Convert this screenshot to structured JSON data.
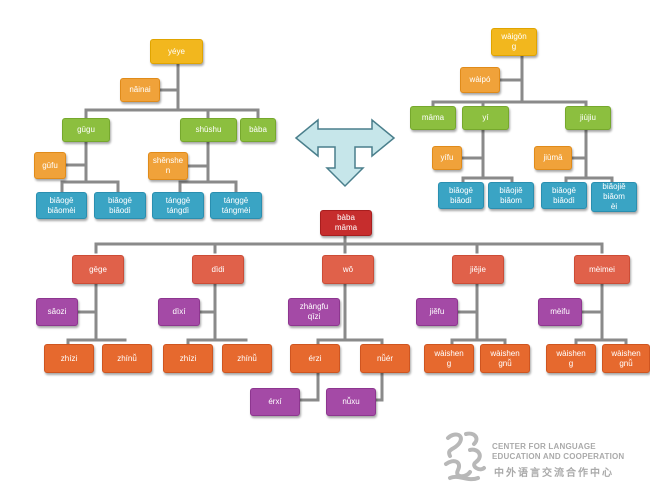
{
  "colors": {
    "yellow": "#f2b71e",
    "light_orange": "#f0a23a",
    "green": "#8cbf3f",
    "blue": "#3aa4c4",
    "red": "#e0614a",
    "dark_red": "#c62d2d",
    "orange": "#e6692e",
    "purple": "#a44aa6",
    "connector": "#8a8a8a",
    "arrow_fill": "#c6e6ea"
  },
  "paternal": {
    "yeye": "yéye",
    "nainai": "nǎinai",
    "guguz": "gūgu",
    "shushu": "shūshu",
    "baba": "bàba",
    "gufu": "gūfu",
    "shenshen": "shěnshe\nn",
    "biaoge1": "biǎogē\nbiǎomèi",
    "biaoge2": "biǎogē\nbiǎodì",
    "tangge1": "tánggē\ntángdì",
    "tangge2": "tánggē\ntángmèi"
  },
  "maternal": {
    "waigong": "wàigōn\ng",
    "waipo": "wàipó",
    "mama": "māma",
    "yi": "yí",
    "jiujiu": "jiùjiu",
    "yifu": "yífu",
    "jiuma": "jiùmā",
    "biaoge1": "biǎogē\nbiǎodì",
    "biaoge2": "biǎojiě\nbiǎom",
    "biaoge3": "biǎogē\nbiǎodì",
    "biaoge4": "biǎojiě\nbiǎom\nèi"
  },
  "family": {
    "parents": "bàba\nmāma",
    "gege": "gēge",
    "didi": "dìdi",
    "wo": "wǒ",
    "jiejie": "jiějie",
    "meimei": "mèimei",
    "saozi": "sǎozi",
    "dixi": "dìxí",
    "zhangfu": "zhàngfu\nqīzi",
    "jiefu": "jiěfu",
    "meifu": "mèifu",
    "zhizi1": "zhízi",
    "zhinu1": "zhínǚ",
    "zhizi2": "zhízi",
    "zhinu2": "zhínǚ",
    "erzi": "érzi",
    "nuer": "nǚér",
    "waisheng1": "wàishen\ng",
    "waishengnu1": "wàishen\ngnǚ",
    "waisheng2": "wàishen\ng",
    "waishengnu2": "wàishen\ngnǚ",
    "erxi": "érxí",
    "nuxu": "nǚxu"
  },
  "logo": {
    "line1": "CENTER FOR LANGUAGE",
    "line2": "EDUCATION AND COOPERATION",
    "chinese": "中外语言交流合作中心",
    "icon": "calligraphy-seal-icon"
  }
}
